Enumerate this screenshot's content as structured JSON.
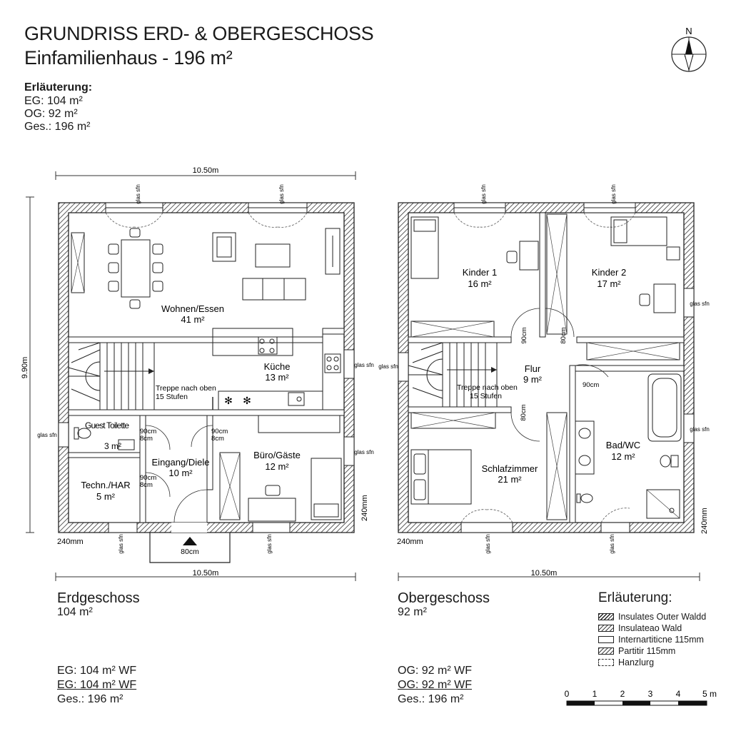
{
  "header": {
    "title": "GRUNDRISS ERD- & OBERGESCHOSS",
    "subtitle": "Einfamilienhaus - 196 m²"
  },
  "notes": {
    "heading": "Erläuterung:",
    "lines": [
      "EG: 104 m²",
      "OG:  92 m²",
      "Ges.: 196 m²"
    ]
  },
  "compass": {
    "label": "N"
  },
  "ground_floor": {
    "name": "Erdgeschoss",
    "area": "104 m²",
    "dim_top": "10.50m",
    "dim_bottom": "10.50m",
    "dim_left": "9.90m",
    "wall_left": "240mm",
    "wall_right": "240mm",
    "rooms": [
      {
        "name": "Wohnen/Essen",
        "area": "41 m²"
      },
      {
        "name": "Küche",
        "area": "13 m²"
      },
      {
        "name": "Guest Toilette",
        "area": "3 m²"
      },
      {
        "name": "Eingang/Diele",
        "area": "10 m²"
      },
      {
        "name": "Büro/Gäste",
        "area": "12 m²"
      },
      {
        "name": "Techn./HAR",
        "area": "5 m²"
      }
    ],
    "stair": {
      "line1": "Treppe nach oben",
      "line2": "15 Stufen"
    },
    "door_labels": [
      "90cm",
      "8cm",
      "90cm",
      "8cm",
      "90cm",
      "8cm",
      "80cm"
    ],
    "window_label": "glas sfn",
    "sums": [
      "EG: 104 m² WF",
      "EG: 104 m² WF",
      "Ges.: 196 m²"
    ]
  },
  "upper_floor": {
    "name": "Obergeschoss",
    "area": "92 m²",
    "dim_bottom": "10.50m",
    "wall_left": "240mm",
    "wall_right": "240mm",
    "rooms": [
      {
        "name": "Kinder 1",
        "area": "16 m²"
      },
      {
        "name": "Kinder 2",
        "area": "17 m²"
      },
      {
        "name": "Flur",
        "area": "9 m²"
      },
      {
        "name": "Schlafzimmer",
        "area": "21 m²"
      },
      {
        "name": "Bad/WC",
        "area": "12 m²"
      }
    ],
    "stair": {
      "line1": "Treppe nach oben",
      "line2": "15 Stufen"
    },
    "door_labels": [
      "90cm",
      "80cm",
      "90cm",
      "80cm"
    ],
    "sums": [
      "OG:  92 m² WF",
      "OG:  92 m² WF",
      "Ges.: 196 m²"
    ]
  },
  "legend": {
    "heading": "Erläuterung:",
    "items": [
      {
        "label": "Insulates Outer Waldd",
        "swatch": "hatch"
      },
      {
        "label": "Insulateao Wald",
        "swatch": "hatch-l"
      },
      {
        "label": "Internartiticne 115mm",
        "swatch": "plain"
      },
      {
        "label": "Partitir 115mm",
        "swatch": "hatch-l"
      },
      {
        "label": "Hanzlurg",
        "swatch": "dash"
      }
    ]
  },
  "scale": {
    "ticks": [
      "0",
      "1",
      "2",
      "3",
      "4",
      "5 m"
    ]
  }
}
